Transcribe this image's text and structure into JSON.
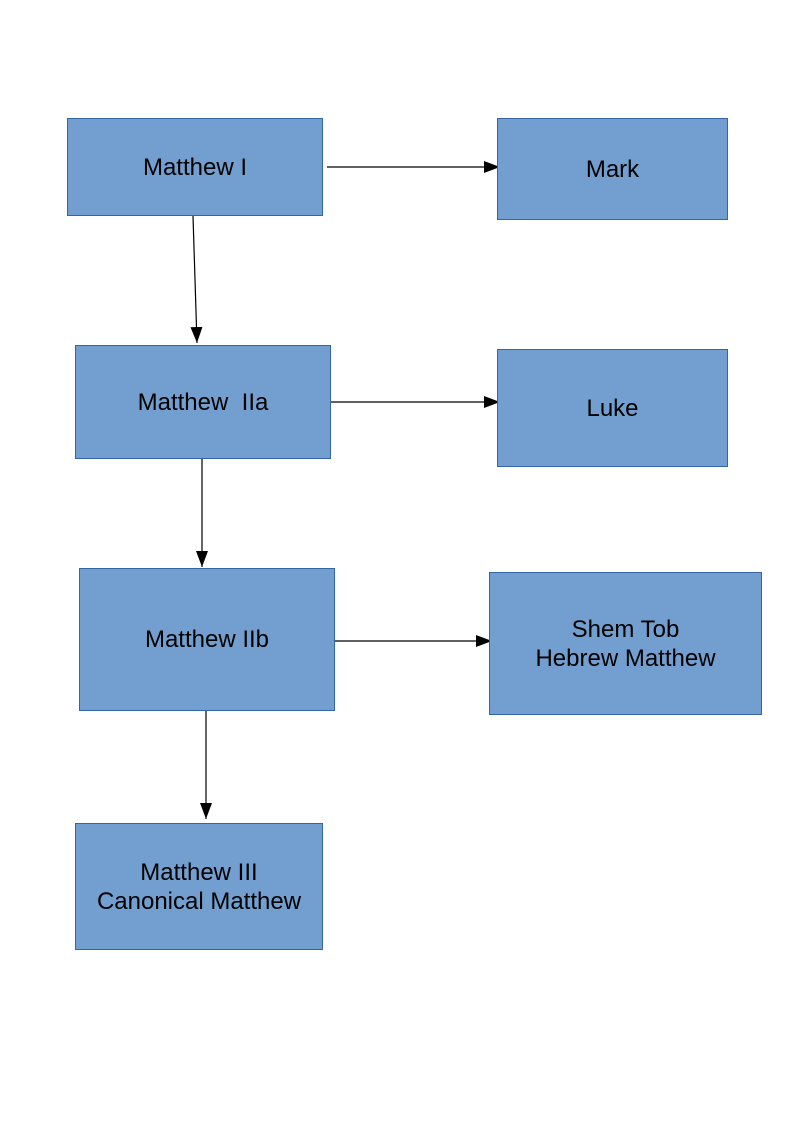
{
  "nodes": {
    "matthew_i": "Matthew I",
    "mark": "Mark",
    "matthew_iia": "Matthew  IIa",
    "luke": "Luke",
    "matthew_iib": "Matthew IIb",
    "shem_tob": "Shem Tob\nHebrew Matthew",
    "matthew_iii": "Matthew III\nCanonical Matthew"
  },
  "edges": [
    {
      "from": "Matthew I",
      "to": "Mark"
    },
    {
      "from": "Matthew I",
      "to": "Matthew  IIa"
    },
    {
      "from": "Matthew  IIa",
      "to": "Luke"
    },
    {
      "from": "Matthew  IIa",
      "to": "Matthew IIb"
    },
    {
      "from": "Matthew IIb",
      "to": "Shem Tob\nHebrew Matthew"
    },
    {
      "from": "Matthew IIb",
      "to": "Matthew III\nCanonical Matthew"
    }
  ],
  "colors": {
    "node_fill": "#729fcf",
    "node_border": "#3465a4",
    "edge": "#000000"
  }
}
